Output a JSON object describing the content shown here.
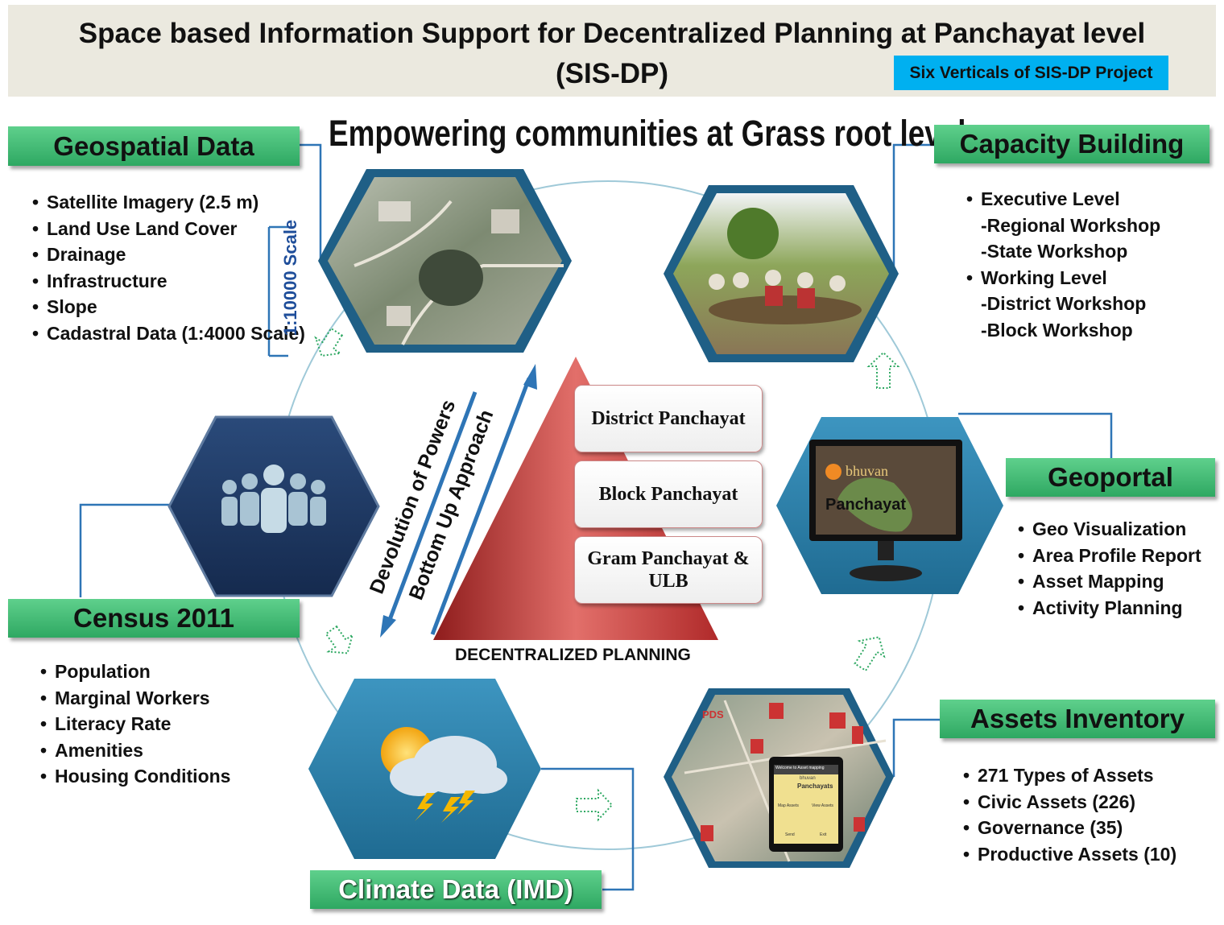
{
  "header": {
    "title_line1": "Space based Information Support for Decentralized Planning at Panchayat level",
    "title_line2": "(SIS-DP)",
    "badge": "Six Verticals of SIS-DP Project"
  },
  "tagline": "Empowering communities at Grass root level",
  "verticals": {
    "geospatial": {
      "title": "Geospatial Data",
      "items": [
        "Satellite Imagery (2.5 m)",
        "Land Use Land Cover",
        "Drainage",
        "Infrastructure",
        "Slope",
        "Cadastral Data (1:4000 Scale)"
      ],
      "scale_note": "1:10000 Scale"
    },
    "capacity": {
      "title": "Capacity Building",
      "items": [
        "Executive Level",
        "-Regional Workshop",
        "-State Workshop",
        "Working Level",
        "-District Workshop",
        "-Block Workshop"
      ]
    },
    "census": {
      "title": "Census 2011",
      "items": [
        "Population",
        "Marginal Workers",
        "Literacy Rate",
        "Amenities",
        "Housing Conditions"
      ]
    },
    "geoportal": {
      "title": "Geoportal",
      "items": [
        "Geo Visualization",
        "Area Profile Report",
        "Asset Mapping",
        "Activity Planning"
      ],
      "screen_brand": "bhuvan",
      "screen_label": "Panchayat"
    },
    "climate": {
      "title": "Climate Data (IMD)"
    },
    "assets": {
      "title": "Assets Inventory",
      "items": [
        "271 Types of Assets",
        "Civic Assets (226)",
        "Governance (35)",
        "Productive Assets (10)"
      ],
      "map_badge": "PDS",
      "phone_header": "Welcome to Asset mapping",
      "phone_brand": "bhuvan",
      "phone_title": "Panchayats",
      "phone_buttons": [
        "Map Assets",
        "View Assets",
        "Send",
        "Exit"
      ]
    }
  },
  "center": {
    "tiers": [
      "District Panchayat",
      "Block Panchayat",
      "Gram Panchayat & ULB"
    ],
    "planning_label": "DECENTRALIZED PLANNING",
    "arrow_down_label": "Devolution of Powers",
    "arrow_up_label": "Bottom Up Approach"
  },
  "colors": {
    "green_box": "#3cb371",
    "badge_blue": "#00b0f0",
    "hex_teal": "#2e7fa8",
    "hex_dark": "#1f3864",
    "pyramid_red": "#c0504d",
    "connector_blue": "#2e75b6"
  }
}
